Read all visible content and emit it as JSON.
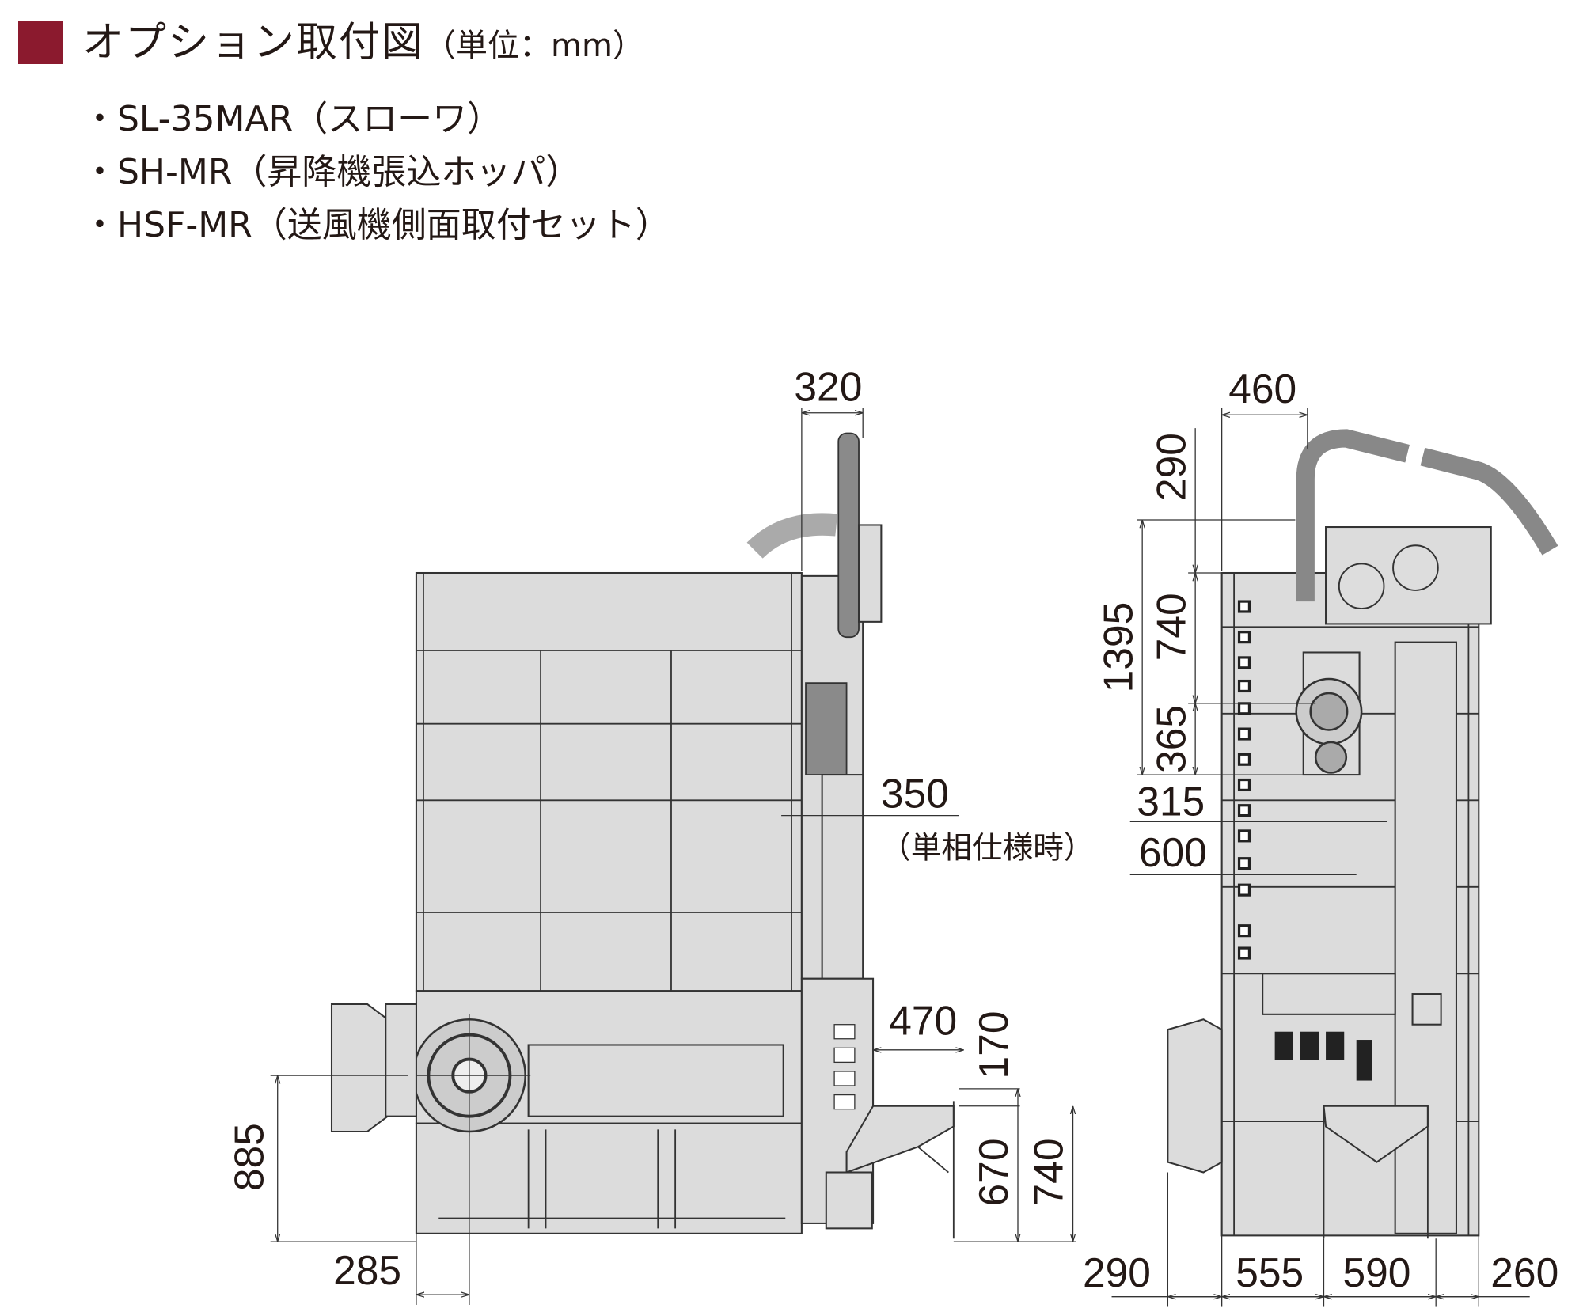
{
  "header": {
    "title": "オプション取付図",
    "unit": "（単位：mm）",
    "accent_color": "#8b1a2e"
  },
  "options": [
    "・SL-35MAR（スローワ）",
    "・SH-MR（昇降機張込ホッパ）",
    "・HSF-MR（送風機側面取付セット）"
  ],
  "front_view": {
    "dims": {
      "top_width": "320",
      "side_offset": "350",
      "side_offset_note": "（単相仕様時）",
      "hopper_width": "470",
      "hopper_top": "170",
      "hopper_height": "670",
      "hopper_total": "740",
      "fan_height": "885",
      "fan_offset": "285"
    }
  },
  "side_view": {
    "dims": {
      "top_width": "460",
      "top_height": "290",
      "total_height": "1395",
      "upper": "740",
      "lower": "365",
      "offset_a": "315",
      "offset_b": "600",
      "bottom_left": "290",
      "bottom_a": "555",
      "bottom_b": "590",
      "bottom_right": "260"
    }
  }
}
